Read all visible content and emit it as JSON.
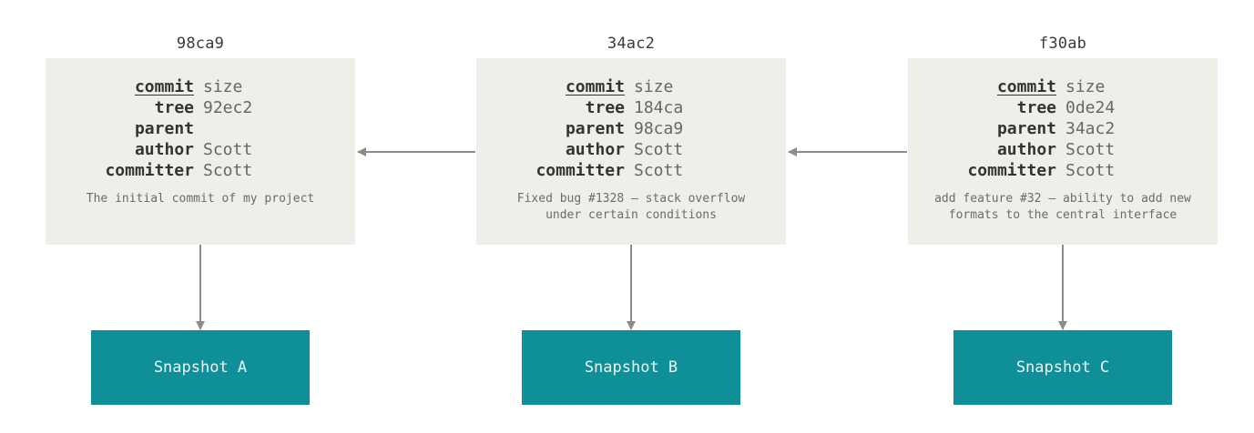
{
  "commits": [
    {
      "hash": "98ca9",
      "fields": [
        {
          "key": "commit",
          "value": "size"
        },
        {
          "key": "tree",
          "value": "92ec2"
        },
        {
          "key": "parent",
          "value": ""
        },
        {
          "key": "author",
          "value": "Scott"
        },
        {
          "key": "committer",
          "value": "Scott"
        }
      ],
      "message": "The initial commit of my project",
      "snapshot": "Snapshot A"
    },
    {
      "hash": "34ac2",
      "fields": [
        {
          "key": "commit",
          "value": "size"
        },
        {
          "key": "tree",
          "value": "184ca"
        },
        {
          "key": "parent",
          "value": "98ca9"
        },
        {
          "key": "author",
          "value": "Scott"
        },
        {
          "key": "committer",
          "value": "Scott"
        }
      ],
      "message": "Fixed bug #1328 – stack overflow\nunder certain conditions",
      "snapshot": "Snapshot B"
    },
    {
      "hash": "f30ab",
      "fields": [
        {
          "key": "commit",
          "value": "size"
        },
        {
          "key": "tree",
          "value": "0de24"
        },
        {
          "key": "parent",
          "value": "34ac2"
        },
        {
          "key": "author",
          "value": "Scott"
        },
        {
          "key": "committer",
          "value": "Scott"
        }
      ],
      "message": "add feature #32 – ability to add new\nformats to the central interface",
      "snapshot": "Snapshot C"
    }
  ],
  "colors": {
    "box_background": "#efeee9",
    "snapshot_background": "#0f8f97",
    "snapshot_text": "#e8f6f7",
    "arrow": "#8f8c88"
  }
}
